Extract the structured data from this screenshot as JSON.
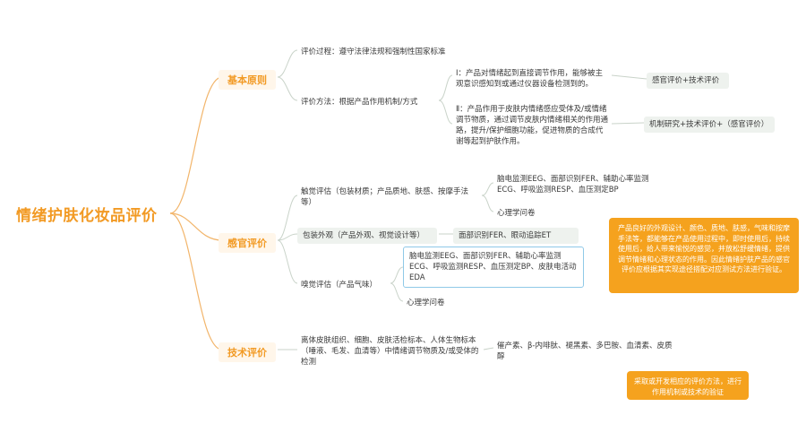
{
  "root": "情绪护肤化妆品评价",
  "categories": {
    "basic": "基本原则",
    "sensory": "感官评价",
    "tech": "技术评价"
  },
  "basic": {
    "process": "评价过程：遵守法律法规和强制性国家标准",
    "method": "评价方法：根据产品作用机制/方式",
    "type1": "Ⅰ：产品对情绪起到直接调节作用，能够被主观意识感知到或通过仪器设备检测到的。",
    "type1_eval": "感官评价+技术评价",
    "type2": "Ⅱ：产品作用于皮肤内情绪感应受体及/或情绪调节物质，通过调节皮肤内情绪相关的作用通路，提升/保护细胞功能，促进物质的合成代谢等起到护肤作用。",
    "type2_eval": "机制研究+技术评价+（感官评价）"
  },
  "sensory": {
    "touch": "触觉评估（包装材质；产品质地、肤感、按摩手法等）",
    "touch_methods": "脑电监测EEG、面部识别FER、辅助心率监测ECG、呼吸监测RESP、血压测定BP",
    "touch_survey": "心理学问卷",
    "look": "包装外观（产品外观、视觉设计等）",
    "look_methods": "面部识别FER、眼动追踪ET",
    "smell": "嗅觉评估（产品气味）",
    "smell_methods": "脑电监测EEG、面部识别FER、辅助心率监测ECG、呼吸监测RESP、血压测定BP、皮肤电活动EDA",
    "smell_survey": "心理学问卷",
    "note": "产品良好的外观设计、颜色、质地、肤感，气味和按摩手法等，都能够在产品使用过程中，即时使用后，持续使用后，给人带来愉悦的感觉，并放松舒缓情绪，提供调节情绪和心理状态的作用。因此情绪护肤产品的感官评价应根据其实现途径搭配对应测试方法进行验证。"
  },
  "tech": {
    "target": "离体皮肤组织、细胞、皮肤活检标本、人体生物标本（唾液、毛发、血清等）中情绪调节物质及/或受体的检测",
    "substances": "催产素、β-内啡肽、褪黑素、多巴胺、血清素、皮质醇",
    "note": "采取或开发相应的评价方法，进行作用机制或技术的验证"
  }
}
